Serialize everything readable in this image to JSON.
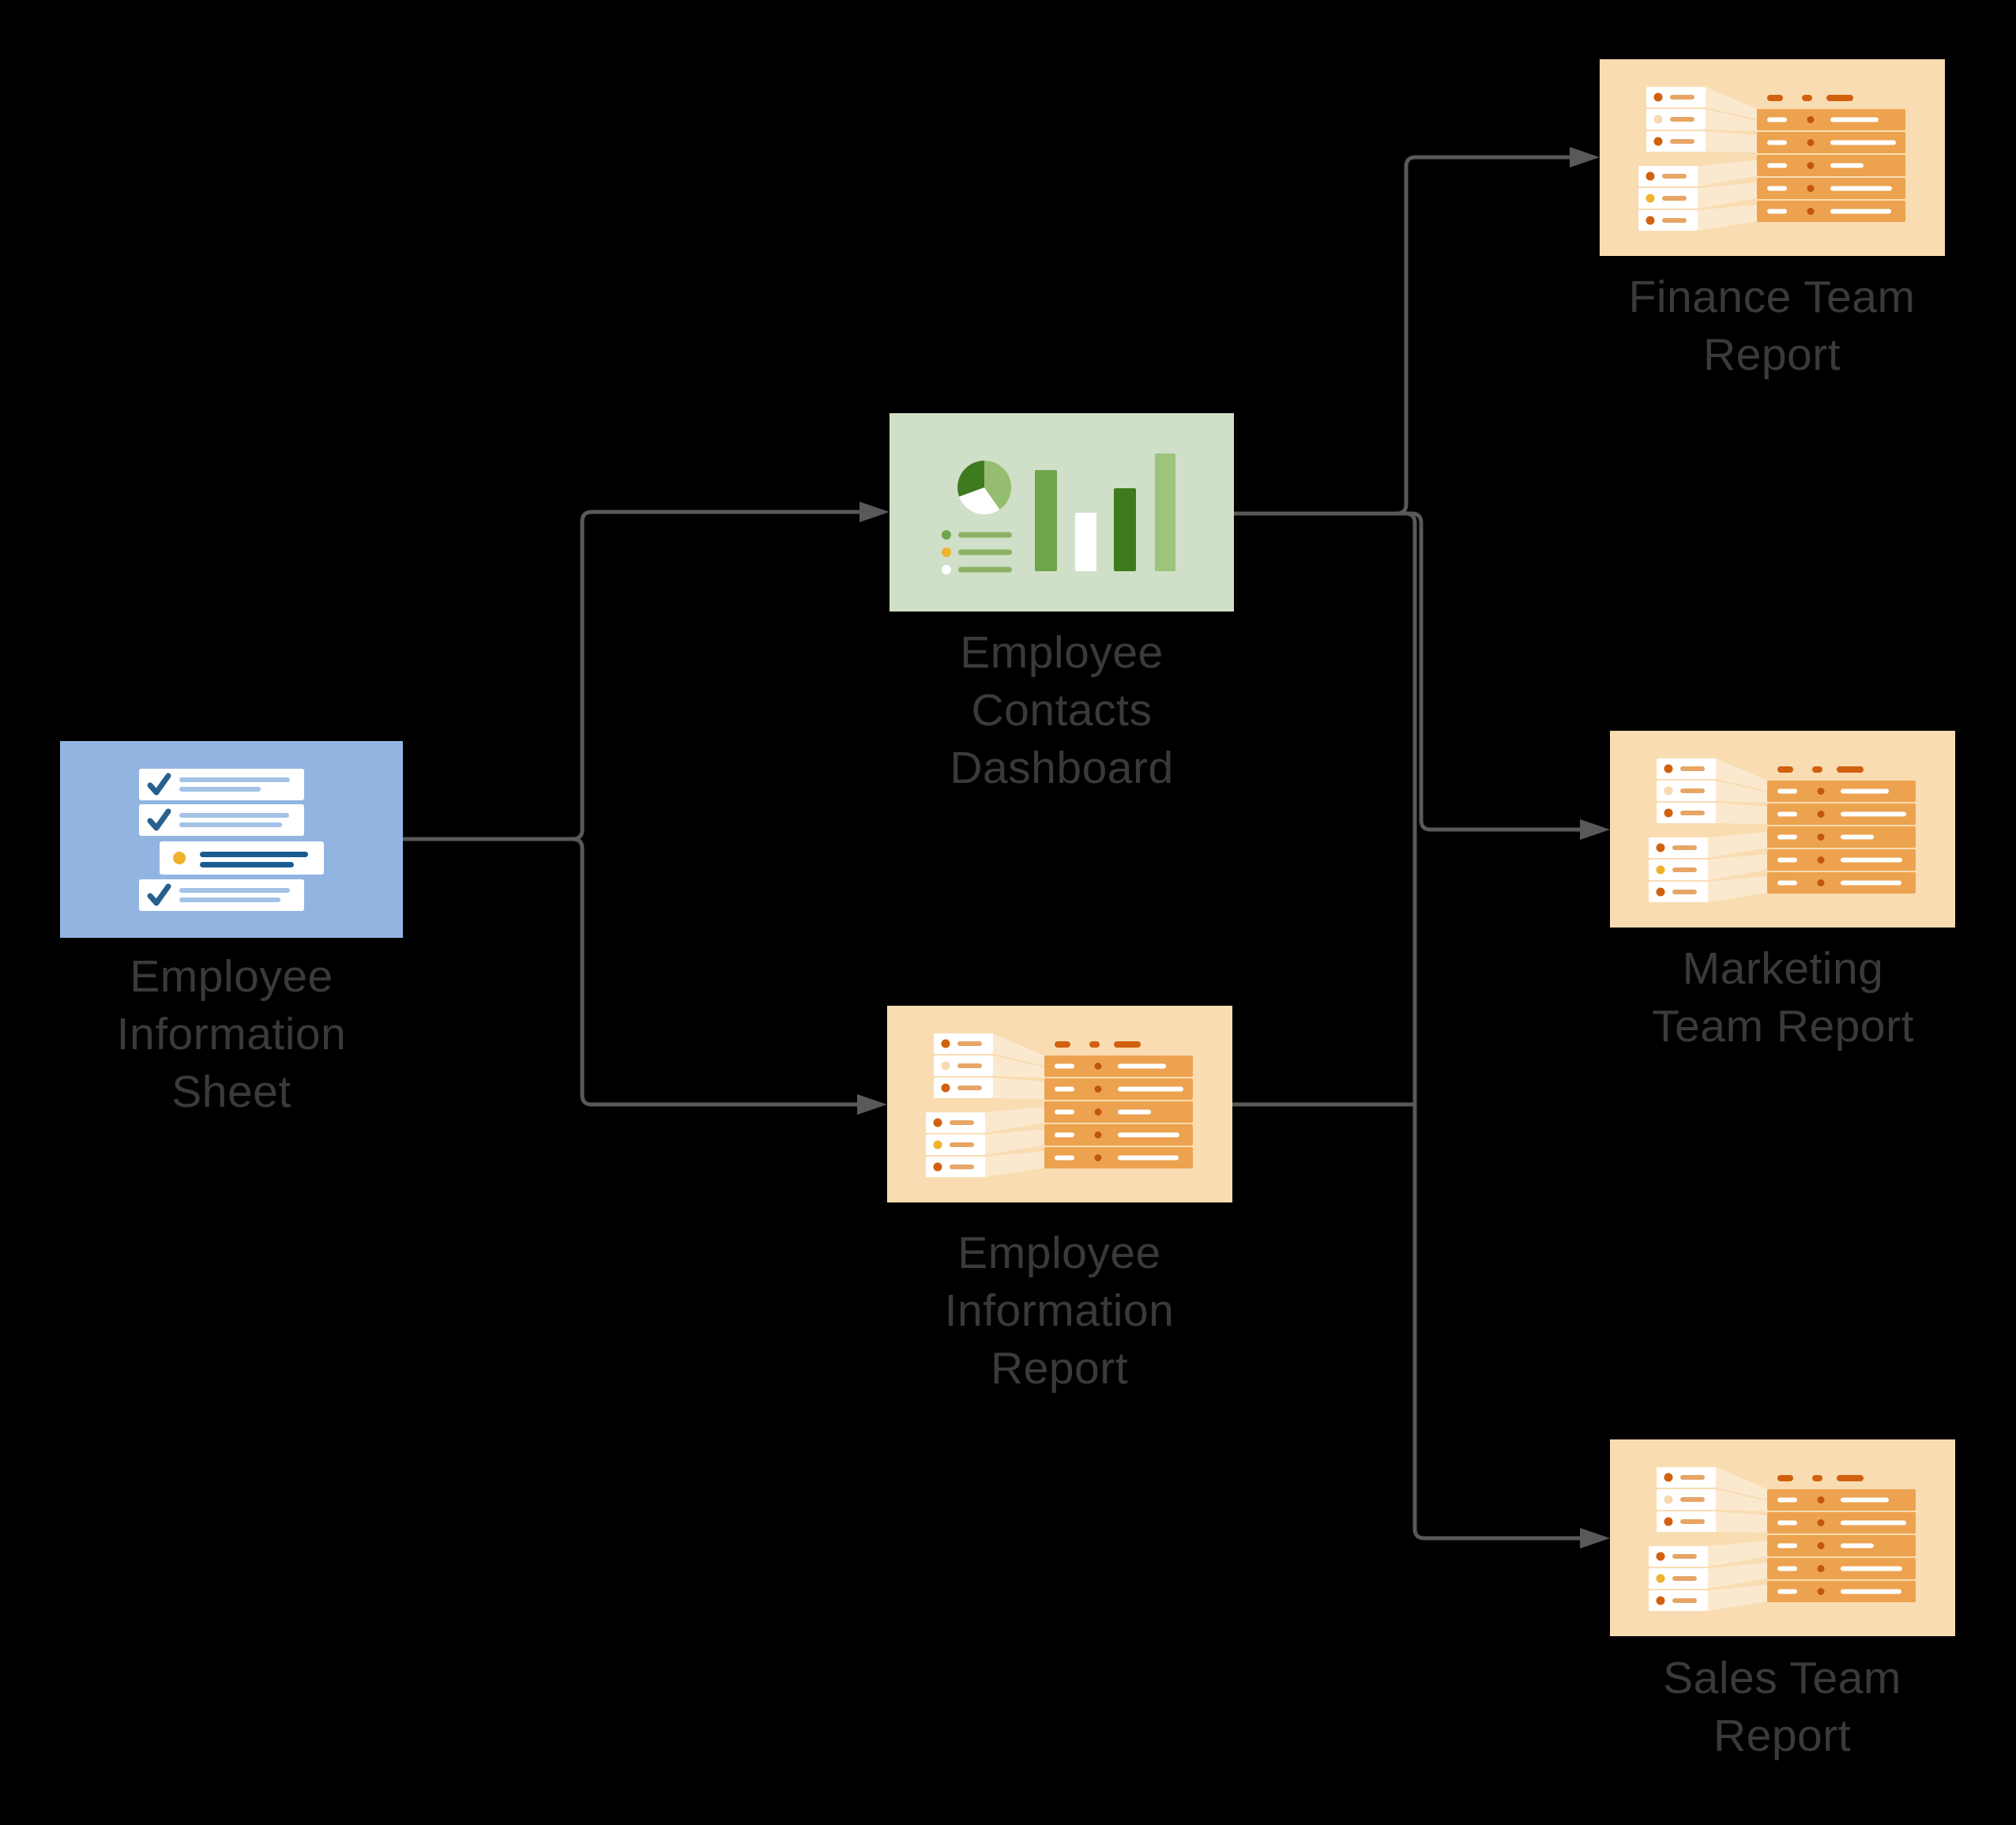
{
  "diagram": {
    "nodes": [
      {
        "id": "employee-information-sheet",
        "label": "Employee\nInformation\nSheet",
        "icon": "checklist-sheet-icon",
        "color_theme": "blue"
      },
      {
        "id": "employee-contacts-dashboard",
        "label": "Employee\nContacts\nDashboard",
        "icon": "charts-dashboard-icon",
        "color_theme": "green"
      },
      {
        "id": "employee-information-report",
        "label": "Employee\nInformation\nReport",
        "icon": "data-table-report-icon",
        "color_theme": "orange"
      },
      {
        "id": "finance-team-report",
        "label": "Finance Team\nReport",
        "icon": "data-table-report-icon",
        "color_theme": "orange"
      },
      {
        "id": "marketing-team-report",
        "label": "Marketing\nTeam Report",
        "icon": "data-table-report-icon",
        "color_theme": "orange"
      },
      {
        "id": "sales-team-report",
        "label": "Sales Team\nReport",
        "icon": "data-table-report-icon",
        "color_theme": "orange"
      }
    ],
    "edges": [
      {
        "from": "employee-information-sheet",
        "to": "employee-contacts-dashboard"
      },
      {
        "from": "employee-information-sheet",
        "to": "employee-information-report"
      },
      {
        "from": "employee-contacts-dashboard",
        "to": "finance-team-report"
      },
      {
        "from": "employee-contacts-dashboard",
        "to": "marketing-team-report"
      },
      {
        "from": "employee-contacts-dashboard",
        "to": "sales-team-report"
      },
      {
        "from": "employee-information-report",
        "to": "team-reports-trunk"
      }
    ],
    "colors": {
      "background": "#000000",
      "edge": "#595959",
      "label-text": "#3a3a3a",
      "sheet-bg": "#92b4e1",
      "sheet-check": "#27608f",
      "sheet-line-light": "#a3c2e6",
      "sheet-line-dark": "#1a5c92",
      "sheet-dot-yellow": "#f0b22b",
      "dash-bg": "#cfdfc8",
      "green-dark": "#3e7a1e",
      "green-mid": "#6fa54a",
      "green-pie": "#94bd6f",
      "green-light": "#9cc47c",
      "green-line": "#8bb264",
      "report-bg": "#f9dcb2",
      "report-row": "#eda24f",
      "orange-dark": "#d2600e",
      "orange-mid": "#e7a566",
      "orange-dot": "#c1570d",
      "dot-pale": "#f6d9ae",
      "dot-yellow": "#eeb32b",
      "white": "#ffffff"
    }
  }
}
